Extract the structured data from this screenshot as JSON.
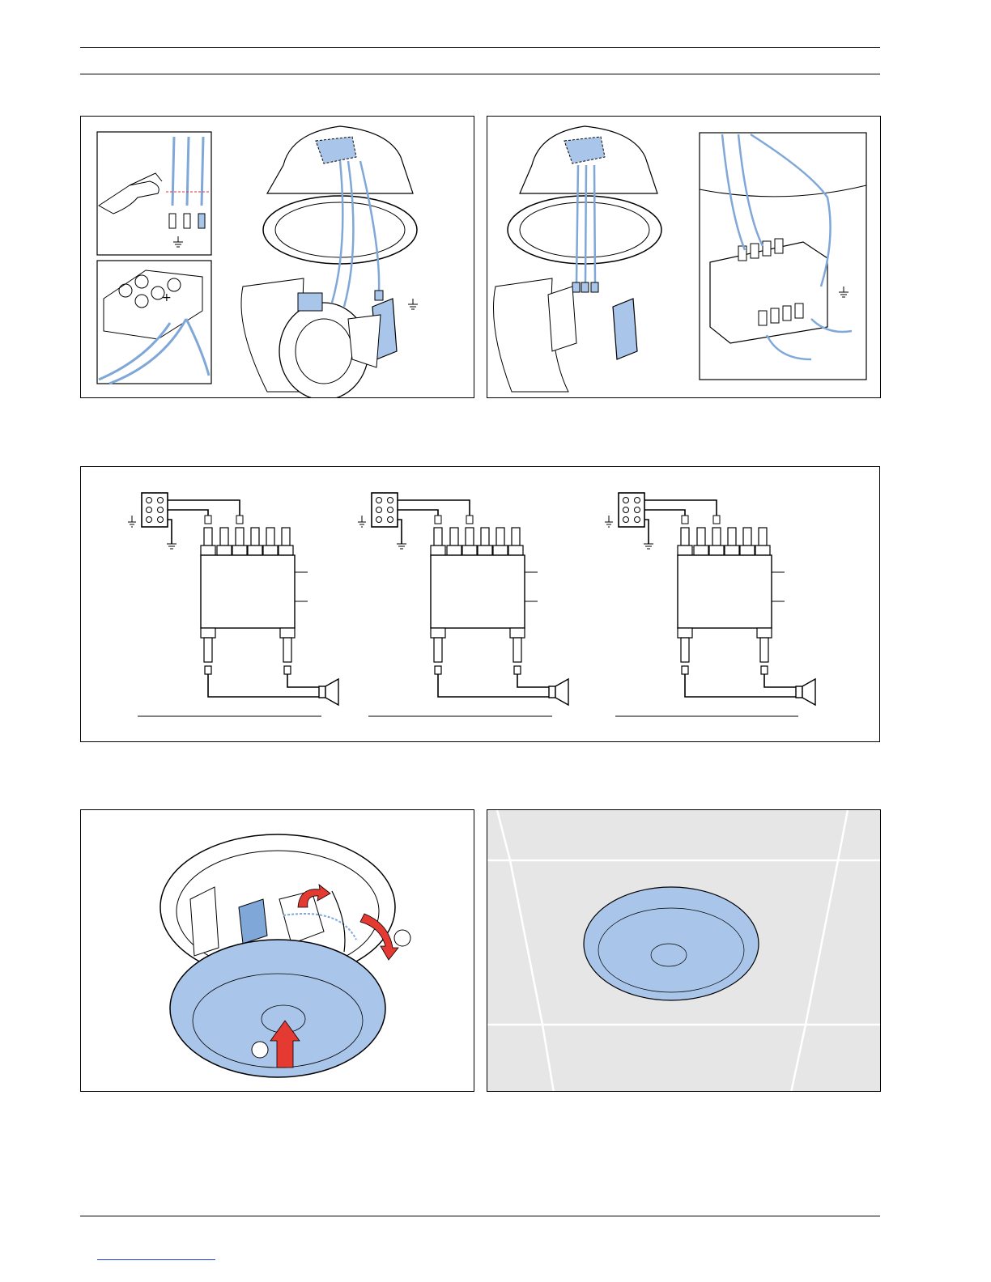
{
  "page": {
    "header_text": "",
    "footer_text": ""
  },
  "figure_top": {
    "left_panel": {
      "name": "wiring-overview-left"
    },
    "right_panel": {
      "name": "wiring-overview-right"
    }
  },
  "figure_middle": {
    "diagrams": [
      "transformer-wiring-1",
      "transformer-wiring-2",
      "transformer-wiring-3"
    ]
  },
  "figure_bottom": {
    "left_panel": {
      "name": "grille-mounting"
    },
    "right_panel": {
      "name": "ceiling-installed"
    }
  },
  "colors": {
    "accent_blue": "#a9c6ea",
    "wire_blue": "#7fa7d8",
    "arrow_red": "#e43a32",
    "ceiling_gray": "#e6e6e6",
    "line": "#000000"
  },
  "icons": [
    "ground-icon",
    "speaker-icon",
    "arrow-icon"
  ]
}
